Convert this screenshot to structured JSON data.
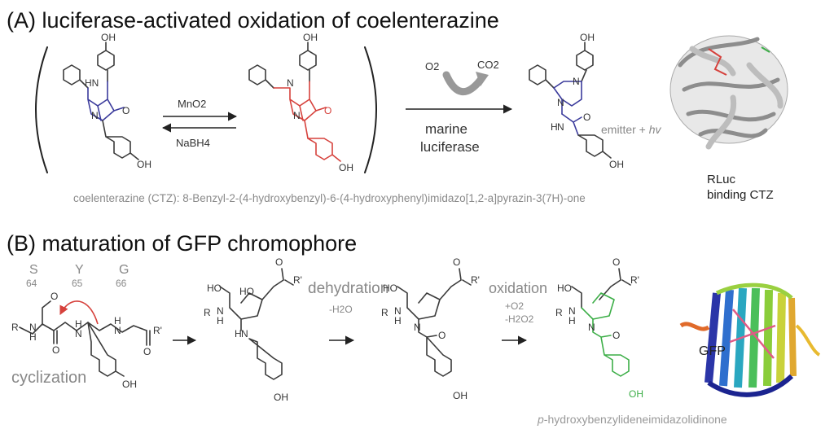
{
  "panel_a": {
    "title": "(A) luciferase-activated oxidation of coelenterazine",
    "oh_label": "OH",
    "nh_ring": "HN",
    "n_label": "N",
    "o_label": "O",
    "oxidant": "MnO2",
    "reductant": "NaBH4",
    "o2": "O2",
    "co2": "CO2",
    "enzyme_line1": "marine",
    "enzyme_line2": "luciferase",
    "amide_h": "H",
    "emitter": "emitter +",
    "hv": "hv",
    "caption": "coelenterazine (CTZ): 8-Benzyl-2-(4-hydroxybenzyl)-6-(4-hydroxyphenyl)imidazo[1,2-a]pyrazin-3(7H)-one",
    "protein_line1": "RLuc",
    "protein_line2": "binding CTZ"
  },
  "panel_b": {
    "title": "(B) maturation of GFP chromophore",
    "residues": [
      {
        "letter": "S",
        "number": "64"
      },
      {
        "letter": "Y",
        "number": "65"
      },
      {
        "letter": "G",
        "number": "66"
      }
    ],
    "r_label": "R",
    "r_prime": "R'",
    "h_label": "H",
    "n_label": "N",
    "o_label": "O",
    "ho_label": "HO",
    "oh_label": "OH",
    "cyclization": "cyclization",
    "dehydration": "dehydration",
    "minus_water": "-H2O",
    "oxidation": "oxidation",
    "plus_o2": "+O2",
    "minus_h2o2": "-H2O2",
    "chromophore_italic": "p",
    "chromophore_rest": "-hydroxybenzylideneimidazolidinone",
    "protein_label": "GFP"
  },
  "colors": {
    "ctz_blue": "#3b3b9c",
    "oxidized_red": "#d6413c",
    "chromophore_green": "#3cae47",
    "gray_text": "#8a8a8a"
  }
}
